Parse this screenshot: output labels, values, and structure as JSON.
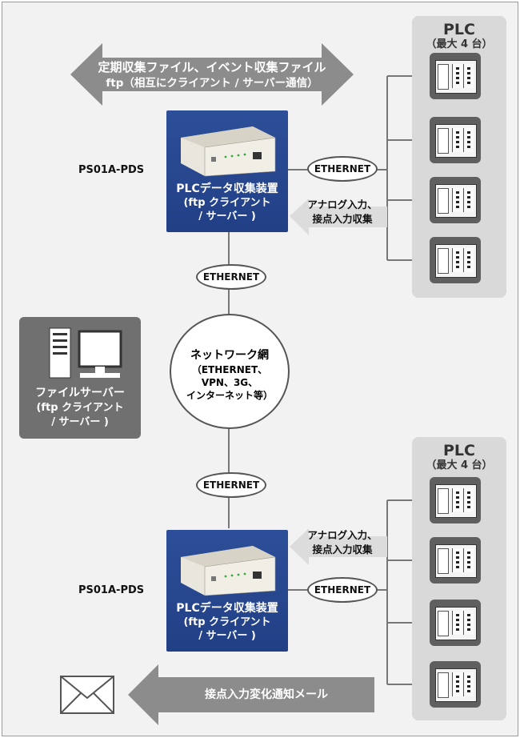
{
  "top_arrow": {
    "line1": "定期収集ファイル、イベント収集ファイル",
    "line2": "ftp（相互にクライアント / サーバー通信）"
  },
  "plc_group_top": {
    "title": "PLC",
    "subtitle": "（最大 4 台）"
  },
  "plc_group_bottom": {
    "title": "PLC",
    "subtitle": "（最大 4 台）"
  },
  "device_top": {
    "model": "PS01A-PDS",
    "caption_line1": "PLCデータ収集装置",
    "caption_line2": "(ftp クライアント",
    "caption_line3": "/ サーバー )"
  },
  "device_bottom": {
    "model": "PS01A-PDS",
    "caption_line1": "PLCデータ収集装置",
    "caption_line2": "(ftp クライアント",
    "caption_line3": "/ サーバー )"
  },
  "ethernet_label": "ETHERNET",
  "analog_label": {
    "line1": "アナログ入力、",
    "line2": "接点入力収集"
  },
  "network": {
    "title": "ネットワーク網",
    "line1": "（ETHERNET、",
    "line2": "VPN、3G、",
    "line3": "インターネット等）"
  },
  "file_server": {
    "line1": "ファイルサーバー",
    "line2": "(ftp クライアント",
    "line3": "/ サーバー )"
  },
  "mail_arrow": {
    "label": "接点入力変化通知メール"
  },
  "colors": {
    "device_blue": "#2d4f99",
    "panel_gray": "#d9d9d9",
    "arrow_gray": "#8c8c8c",
    "server_gray": "#707070"
  }
}
